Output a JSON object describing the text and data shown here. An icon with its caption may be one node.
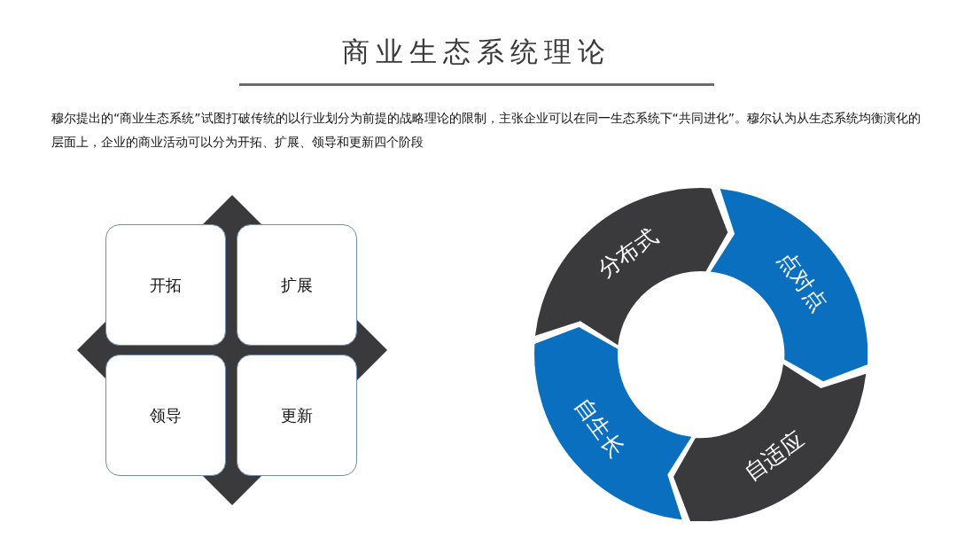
{
  "diagram": {
    "title": "商业生态系统理论",
    "nodes": [
      {
        "text": [
          "开拓"
        ]
      },
      {
        "text": [
          "扩展"
        ]
      },
      {
        "text": [
          "领导"
        ]
      },
      {
        "text": [
          "更新"
        ]
      },
      {
        "text": [
          "分布式"
        ]
      },
      {
        "text": [
          "点对点"
        ]
      },
      {
        "text": [
          "自适应"
        ]
      },
      {
        "text": [
          "自生长"
        ]
      }
    ],
    "labels": [
      "穆尔提出的“商业生态系统”试图打破传统的以行业划分为前提的战略理论的限制，主张企业可以在同一生态系统下“共同进化”。穆尔认为从生态系统均衡演化的层面上，企业的商业活动可以分为开拓、扩展、领导和更新四个阶段"
    ]
  }
}
